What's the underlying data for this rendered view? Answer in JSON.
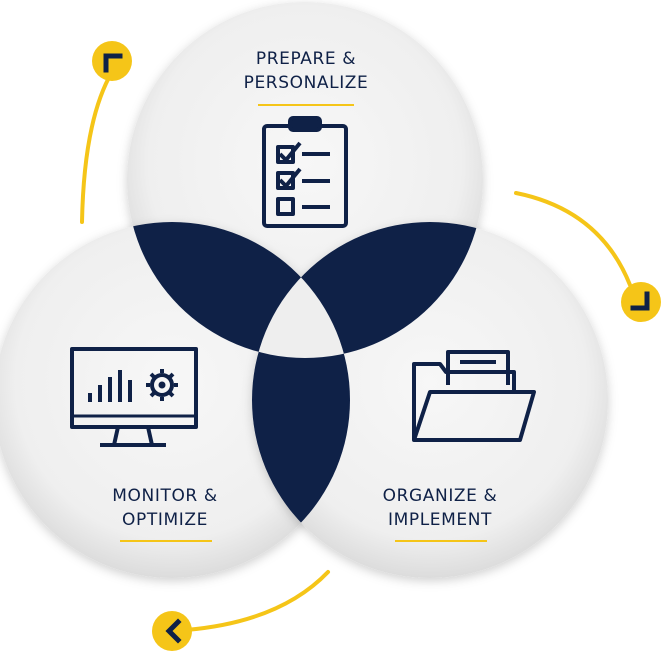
{
  "colors": {
    "navy": "#0f2147",
    "accent_yellow": "#f5c518",
    "circle_fill": "#f1f1f1",
    "circle_shade": "#dedede"
  },
  "sections": [
    {
      "id": "prepare",
      "line1": "PREPARE &",
      "line2": "PERSONALIZE",
      "icon": "clipboard-checklist-icon"
    },
    {
      "id": "organize",
      "line1": "ORGANIZE &",
      "line2": "IMPLEMENT",
      "icon": "folder-with-document-icon"
    },
    {
      "id": "monitor",
      "line1": "MONITOR &",
      "line2": "OPTIMIZE",
      "icon": "monitor-chart-gear-icon"
    }
  ],
  "cycle_arrows": [
    "cycle-arrow-icon",
    "cycle-arrow-icon",
    "cycle-arrow-icon"
  ]
}
